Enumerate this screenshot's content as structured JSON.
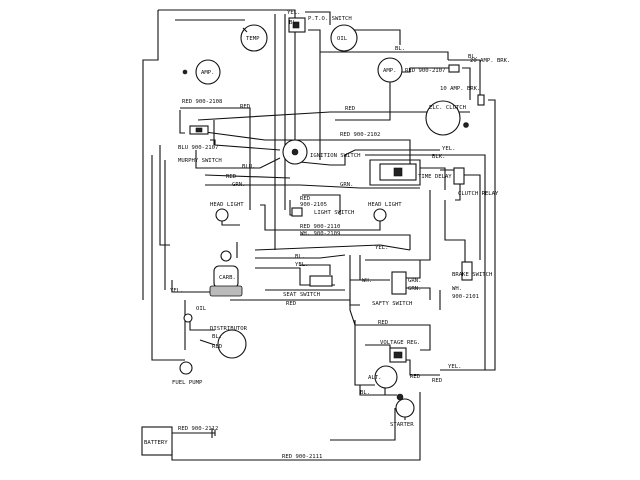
{
  "components": {
    "temp": "TEMP",
    "oil": "OIL",
    "pto_switch": "P.T.O. SWITCH",
    "amp_left": "AMP.",
    "amp_right": "AMP.",
    "amp_brk_20": "20 AMP. BRK.",
    "amp_brk_10": "10 AMP. BRK.",
    "elec_clutch": "ELC. CLUTCH",
    "murphy_switch": "MURPHY SWITCH",
    "ignition_switch": "IGNITION SWITCH",
    "time_delay": "TIME DELAY",
    "clutch_relay": "CLUTCH RELAY",
    "head_light_left": "HEAD LIGHT",
    "head_light_right": "HEAD LIGHT",
    "light_switch": "LIGHT SWITCH",
    "carb": "CARB.",
    "seat_switch": "SEAT SWITCH",
    "safety_switch": "SAFTY SWITCH",
    "brake_switch": "BRAKE SWITCH",
    "oil_gauge": "OIL",
    "distributor": "DISTRIBUTOR",
    "fuel_pump": "FUEL PUMP",
    "voltage_reg": "VOLTAGE REG.",
    "alt": "ALT.",
    "starter": "STARTER",
    "battery": "BATTERY"
  },
  "wires": {
    "yel": "YEL.",
    "bl": "BL.",
    "red": "RED",
    "blu": "BLU.",
    "grn": "GRN.",
    "wh": "WH.",
    "blk": "BLK.",
    "red_2108": "RED 900-2108",
    "blu_2107": "BLU 900-2107",
    "red_2107": "RED 900-2107",
    "red_2102": "RED 900-2102",
    "red_2105": "900-2105",
    "red_2110": "RED 900-2110",
    "wh_2109": "WH. 900-2109",
    "wh_2101": "900-2101",
    "red_2112": "RED 900-2112",
    "red_2111": "RED 900-2111"
  }
}
